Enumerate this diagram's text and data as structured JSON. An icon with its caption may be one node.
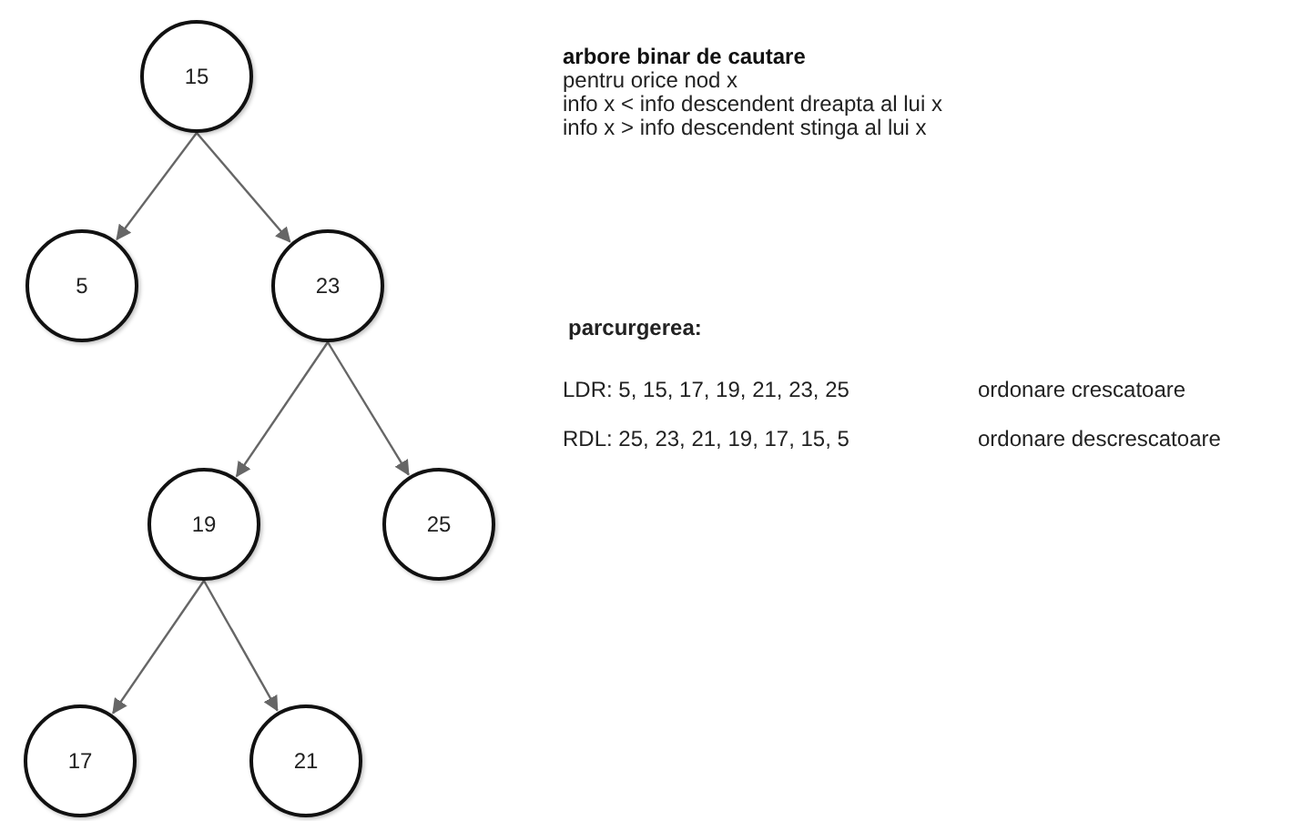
{
  "diagram": {
    "title": "arbore binar de cautare",
    "nodes": [
      {
        "text": [
          "15"
        ]
      },
      {
        "text": [
          "5"
        ]
      },
      {
        "text": [
          "23"
        ]
      },
      {
        "text": [
          "19"
        ]
      },
      {
        "text": [
          "25"
        ]
      },
      {
        "text": [
          "17"
        ]
      },
      {
        "text": [
          "21"
        ]
      }
    ],
    "edges": [
      {
        "from": 0,
        "to": 1,
        "arrow": "to"
      },
      {
        "from": 0,
        "to": 2,
        "arrow": "to"
      },
      {
        "from": 2,
        "to": 3,
        "arrow": "to"
      },
      {
        "from": 2,
        "to": 4,
        "arrow": "to"
      },
      {
        "from": 3,
        "to": 5,
        "arrow": "to"
      },
      {
        "from": 3,
        "to": 6,
        "arrow": "to"
      }
    ],
    "labels": [
      "pentru orice nod x",
      "info x < info descendent dreapta al lui x",
      "info x > info descendent stinga al lui x",
      "parcurgerea:",
      "LDR: 5, 15, 17, 19, 21, 23, 25",
      "ordonare crescatoare",
      "RDL: 25, 23, 21, 19, 17, 15, 5",
      "ordonare descrescatoare"
    ]
  }
}
